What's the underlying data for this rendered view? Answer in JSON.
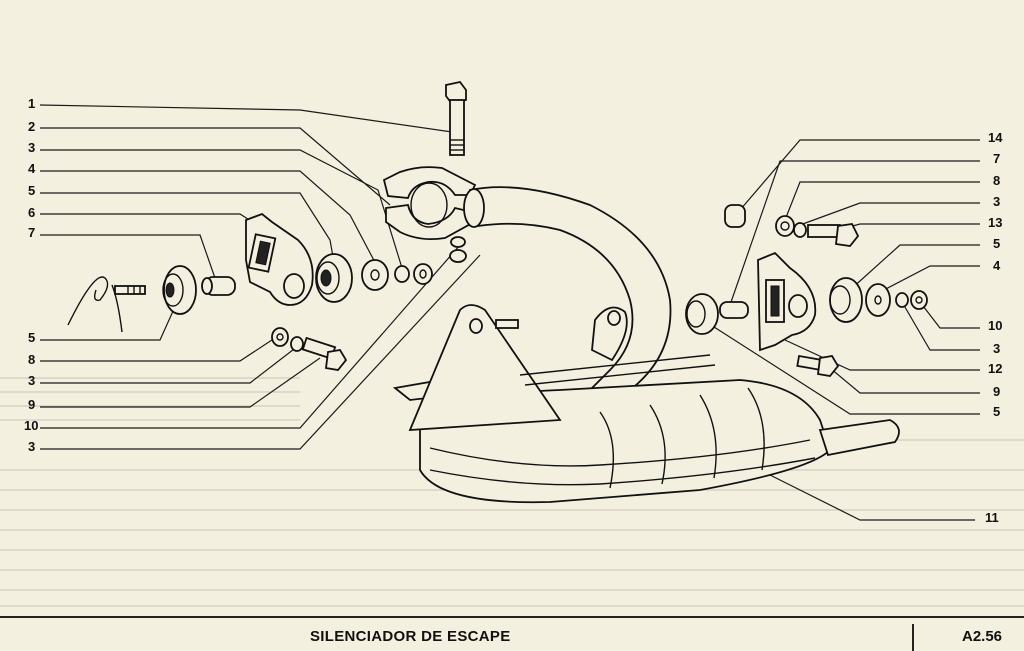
{
  "title": "SILENCIADOR DE ESCAPE",
  "page_code": "A2.56",
  "callouts_left": [
    "1",
    "2",
    "3",
    "4",
    "5",
    "6",
    "7",
    "5",
    "8",
    "3",
    "9",
    "10",
    "3"
  ],
  "callouts_right": [
    "14",
    "7",
    "8",
    "3",
    "13",
    "5",
    "4",
    "10",
    "3",
    "12",
    "9",
    "5",
    "11"
  ]
}
